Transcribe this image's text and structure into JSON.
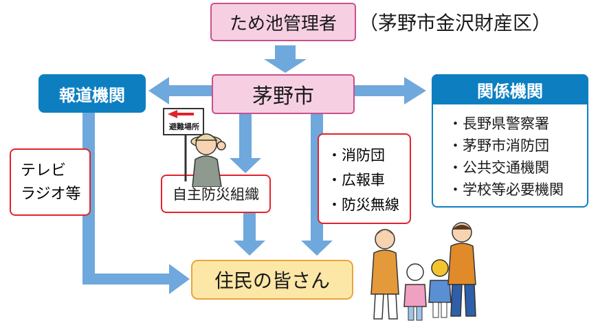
{
  "manager": {
    "label": "ため池管理者",
    "note": "（茅野市金沢財産区）"
  },
  "city": {
    "label": "茅野市"
  },
  "press": {
    "label": "報道機関",
    "media": [
      "テレビ",
      "ラジオ等"
    ]
  },
  "related": {
    "label": "関係機関",
    "items": [
      "・長野県警察署",
      "・茅野市消防団",
      "・公共交通機関",
      "・学校等必要機関"
    ]
  },
  "city_means": {
    "items": [
      "・消防団",
      "・広報車",
      "・防災無線"
    ]
  },
  "community": {
    "label": "自主防災組織",
    "sign": "避難場所"
  },
  "residents": {
    "label": "住民の皆さん"
  },
  "colors": {
    "arrow": "#6fa8dc",
    "pink": "#f6cfe3",
    "blue": "#0d7fc1",
    "red": "#e2222b",
    "yellow": "#fde7a6"
  }
}
